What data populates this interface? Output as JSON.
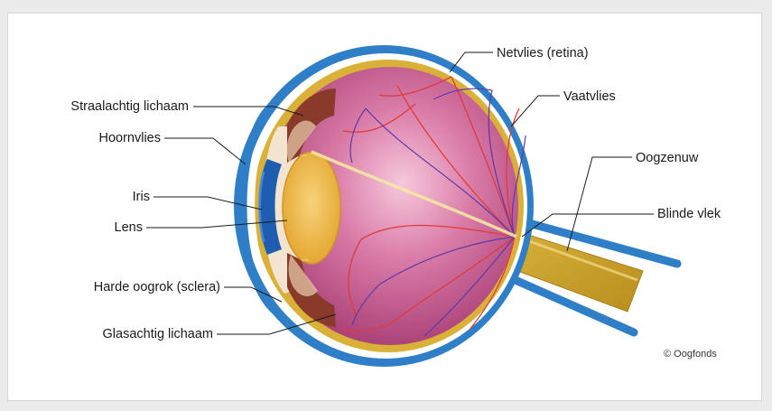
{
  "labels": {
    "netvlies": "Netvlies (retina)",
    "vaatvlies": "Vaatvlies",
    "straalachtig": "Straalachtig lichaam",
    "hoornvlies": "Hoornvlies",
    "iris": "Iris",
    "lens": "Lens",
    "oogzenuw": "Oogzenuw",
    "blinde_vlek": "Blinde vlek",
    "sclera": "Harde oogrok (sclera)",
    "glasachtig": "Glasachtig lichaam"
  },
  "credit": "© Oogfonds",
  "colors": {
    "sclera_blue": "#2f7fc8",
    "choroid_yellow": "#d9b038",
    "globe_pink": "#c45a8e",
    "lens_yellow": "#f0b43a",
    "iris_blue": "#1f5db0",
    "ciliary_brown": "#8a3a2a",
    "vessel_red": "#e03a3a",
    "vessel_purple": "#5a3aa8",
    "nerve_gold": "#c9a22a"
  }
}
